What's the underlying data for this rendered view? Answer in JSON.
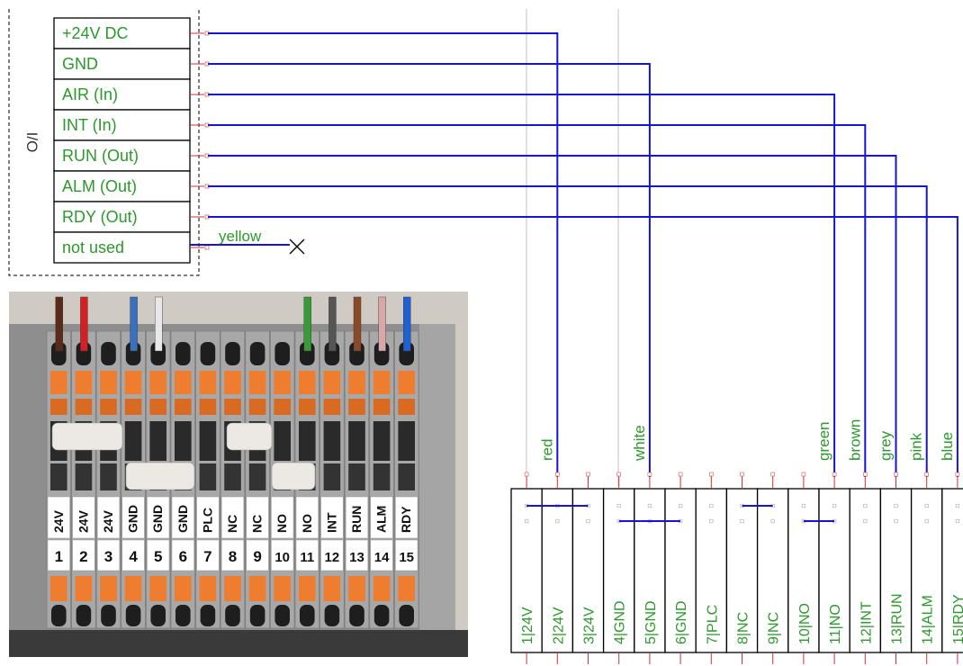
{
  "io_block": {
    "side_label": "I/O",
    "signals": [
      "+24V DC",
      "GND",
      "AIR (In)",
      "INT (In)",
      "RUN (Out)",
      "ALM (Out)",
      "RDY (Out)",
      "not used"
    ],
    "unused_wire_label": "yellow"
  },
  "wire_colors": [
    "red",
    "white",
    "green",
    "brown",
    "grey",
    "pink",
    "blue"
  ],
  "terminals": [
    "1|24V",
    "2|24V",
    "3|24V",
    "4|GND",
    "5|GND",
    "6|GND",
    "7|PLC",
    "8|NC",
    "9|NC",
    "10|NO",
    "11|NO",
    "12|INT",
    "13|RUN",
    "14|ALM",
    "15|RDY"
  ],
  "connections": [
    {
      "signal": "+24V DC",
      "terminal": "2|24V",
      "color": "red"
    },
    {
      "signal": "GND",
      "terminal": "5|GND",
      "color": "white"
    },
    {
      "signal": "AIR (In)",
      "terminal": "11|NO",
      "color": "green"
    },
    {
      "signal": "INT (In)",
      "terminal": "12|INT",
      "color": "brown"
    },
    {
      "signal": "RUN (Out)",
      "terminal": "13|RUN",
      "color": "grey"
    },
    {
      "signal": "ALM (Out)",
      "terminal": "14|ALM",
      "color": "pink"
    },
    {
      "signal": "RDY (Out)",
      "terminal": "15|RDY",
      "color": "blue"
    }
  ],
  "bridges": [
    [
      "1|24V",
      "3|24V"
    ],
    [
      "4|GND",
      "6|GND"
    ],
    [
      "8|NC",
      "9|NC"
    ],
    [
      "10|NO",
      "11|NO"
    ]
  ],
  "photo": {
    "top_labels": [
      "24V",
      "24V",
      "24V",
      "GND",
      "GND",
      "GND",
      "PLC",
      "NC",
      "NC",
      "NO",
      "NO",
      "INT",
      "RUN",
      "ALM",
      "RDY"
    ],
    "numbers": [
      "1",
      "2",
      "3",
      "4",
      "5",
      "6",
      "7",
      "8",
      "9",
      "10",
      "11",
      "12",
      "13",
      "14",
      "15"
    ]
  },
  "colors": {
    "wire": "#1414d2",
    "label_text": "#2a9a2a",
    "pin": "#cc3333",
    "guide": "#c0c0c0",
    "terminal_orange": "#ef7d30",
    "housing_grey": "#9e9e9e"
  }
}
